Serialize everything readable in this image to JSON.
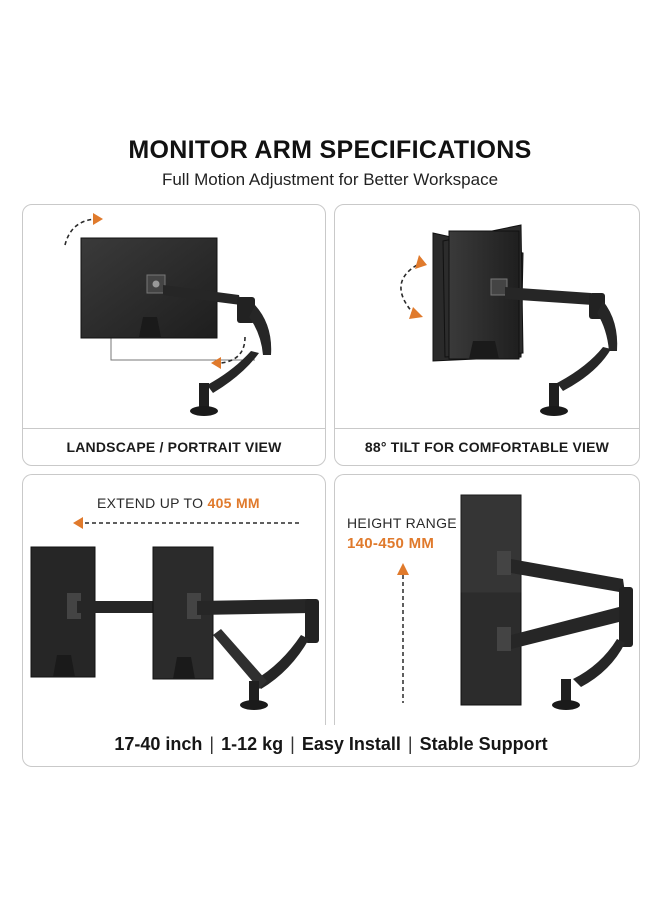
{
  "header": {
    "title": "MONITOR ARM SPECIFICATIONS",
    "subtitle": "Full Motion Adjustment for Better Workspace"
  },
  "panels": [
    {
      "caption": "LANDSCAPE / PORTRAIT VIEW"
    },
    {
      "caption": "88° TILT FOR COMFORTABLE VIEW"
    },
    {
      "label": "EXTEND UP TO",
      "value": "405 MM"
    },
    {
      "label": "HEIGHT RANGE",
      "value": "140-450 MM"
    }
  ],
  "footer": {
    "items": [
      "17-40 inch",
      "1-12 kg",
      "Easy Install",
      "Stable Support"
    ],
    "separator": "|"
  },
  "colors": {
    "accent": "#e07a2c",
    "arm": "#2b2b2b",
    "screen": "#2e2e2e",
    "border": "#c9c9c9"
  }
}
